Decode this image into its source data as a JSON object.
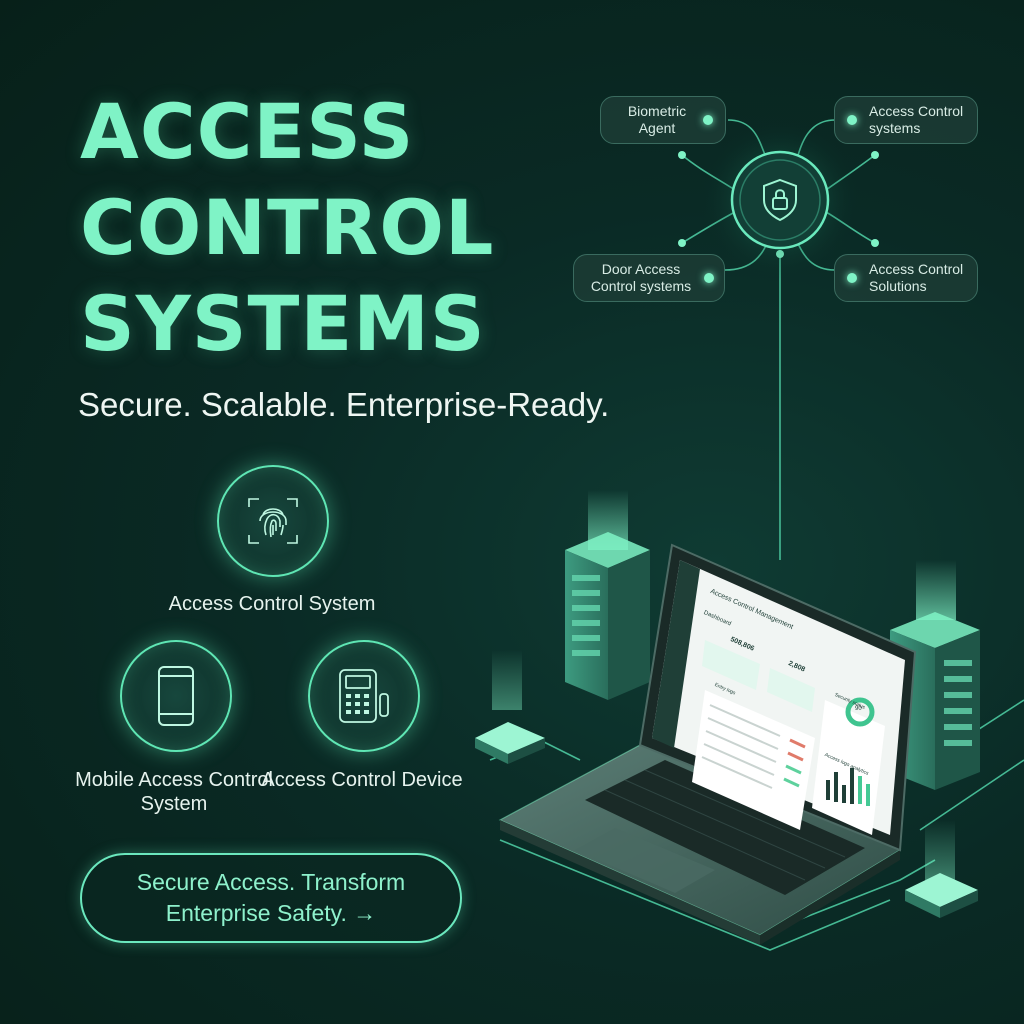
{
  "hero": {
    "title_lines": [
      "ACCESS",
      "CONTROL",
      "SYSTEMS"
    ],
    "tagline": "Secure. Scalable. Enterprise-Ready."
  },
  "features": [
    {
      "label": "Access Control System",
      "icon": "fingerprint-icon"
    },
    {
      "label": "Mobile Access Control System",
      "icon": "smartphone-icon"
    },
    {
      "label": "Access Control Device",
      "icon": "keypad-device-icon"
    }
  ],
  "cta": {
    "label": "Secure Access. Transform Enterprise Safety. →"
  },
  "network": {
    "hub_icon": "shield-lock-icon",
    "nodes": [
      {
        "label": "Biometric Agent"
      },
      {
        "label": "Access Control systems"
      },
      {
        "label": "Door Access Control systems"
      },
      {
        "label": "Access Control Solutions"
      }
    ]
  },
  "laptop_screen": {
    "app_title": "Access Control Management",
    "page_title": "Dashboard",
    "stat_1": "508,806",
    "stat_2": "2,808",
    "panel_1_title": "Entry logs",
    "panel_2_title": "Security status",
    "gauge_value": "90",
    "chart_title": "Access logs analytics"
  },
  "colors": {
    "accent": "#7ff3c6",
    "background": "#0a2a25",
    "glow": "#5fe6b4"
  }
}
